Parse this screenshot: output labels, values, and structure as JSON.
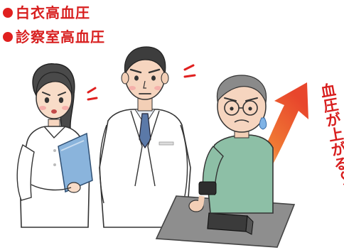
{
  "labels": {
    "term1": "白衣高血圧",
    "term2": "診察室高血圧",
    "caption": "血圧が上がる〜"
  },
  "colors": {
    "accent_red": "#d81e1e",
    "arrow_red": "#e8462c",
    "arrow_orange": "#f29a3a",
    "nurse_uniform": "#ffffff",
    "doctor_coat": "#ffffff",
    "doctor_tie": "#5b79a8",
    "patient_shirt": "#8dbfa6",
    "clipboard_blue": "#8ab4dc",
    "table_gray": "#8e8e8e",
    "monitor_dark": "#3b3b3b"
  },
  "icons": {
    "white_dot": "red-dot-icon",
    "tension_marks": "stress-marks-icon",
    "rising_arrow": "rising-arrow-icon",
    "sweat_drop": "sweat-drop-icon"
  }
}
